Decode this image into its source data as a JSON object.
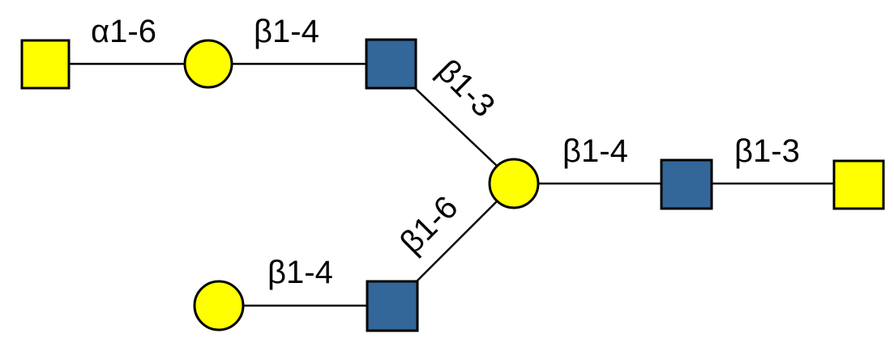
{
  "diagram": {
    "type": "glycan-structure",
    "colors": {
      "galactose_yellow": "#ffff00",
      "glcnac_blue": "#336699",
      "outline": "#000000"
    },
    "nodes": [
      {
        "id": "galnac-terminal",
        "shape": "square",
        "color": "yellow"
      },
      {
        "id": "gal-1",
        "shape": "circle",
        "color": "yellow"
      },
      {
        "id": "glcnac-1",
        "shape": "square",
        "color": "blue"
      },
      {
        "id": "gal-branch",
        "shape": "circle",
        "color": "yellow"
      },
      {
        "id": "glcnac-2",
        "shape": "square",
        "color": "blue"
      },
      {
        "id": "galnac-reducing",
        "shape": "square",
        "color": "yellow"
      },
      {
        "id": "gal-2",
        "shape": "circle",
        "color": "yellow"
      },
      {
        "id": "glcnac-3",
        "shape": "square",
        "color": "blue"
      }
    ],
    "edges": [
      {
        "from": "galnac-terminal",
        "to": "gal-1",
        "label": "α1-6"
      },
      {
        "from": "gal-1",
        "to": "glcnac-1",
        "label": "β1-4"
      },
      {
        "from": "glcnac-1",
        "to": "gal-branch",
        "label": "β1-3"
      },
      {
        "from": "gal-branch",
        "to": "glcnac-2",
        "label": "β1-4"
      },
      {
        "from": "glcnac-2",
        "to": "galnac-reducing",
        "label": "β1-3"
      },
      {
        "from": "glcnac-3",
        "to": "gal-branch",
        "label": "β1-6"
      },
      {
        "from": "gal-2",
        "to": "glcnac-3",
        "label": "β1-4"
      }
    ]
  }
}
